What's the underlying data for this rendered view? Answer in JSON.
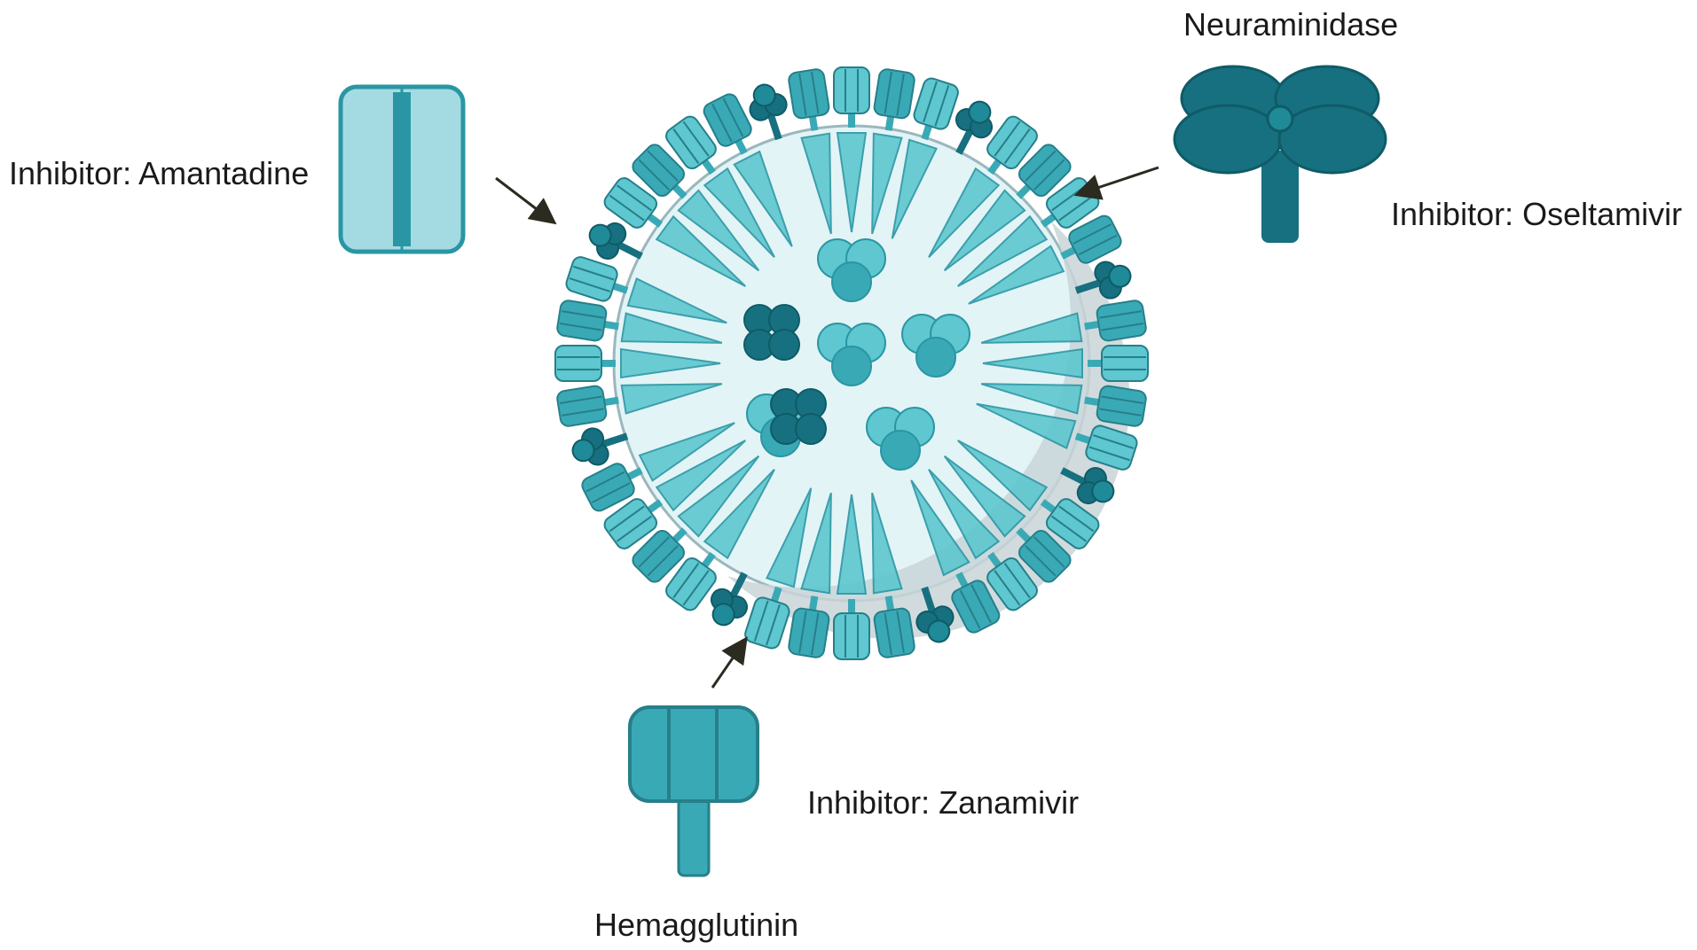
{
  "labels": {
    "neuraminidase": "Neuraminidase",
    "hemagglutinin": "Hemagglutinin",
    "inhibitor_amantadine": "Inhibitor: Amantadine",
    "inhibitor_oseltamivir": "Inhibitor: Oseltamivir",
    "inhibitor_zanamivir": "Inhibitor: Zanamivir"
  },
  "colors": {
    "background": "#ffffff",
    "virion_interior": "#e3f4f6",
    "virion_shadow": "#c9d5d8",
    "hemagglutinin_light": "#5ec7cf",
    "hemagglutinin_mid": "#3aa9b6",
    "neuraminidase_dark": "#17707f",
    "neuraminidase_mid": "#1f8a98",
    "ion_channel": "#a4dbe3",
    "arrow": "#2b2b20",
    "text": "#1a1a1a"
  },
  "icons": [
    "virion-icon",
    "ion-channel-icon",
    "neuraminidase-icon",
    "hemagglutinin-icon",
    "arrow-icon"
  ]
}
